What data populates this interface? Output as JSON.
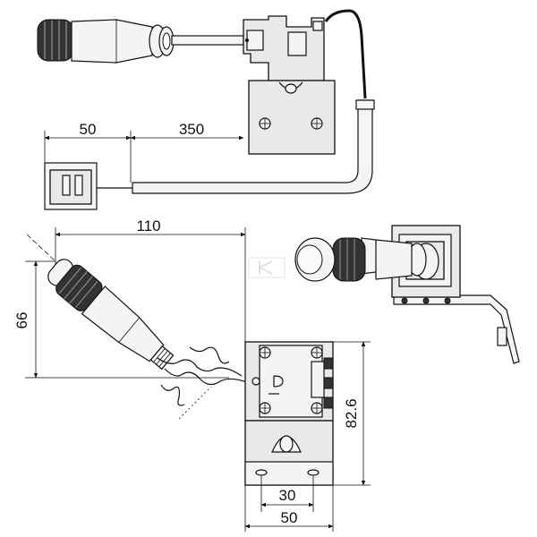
{
  "diagram": {
    "dimensions": {
      "cable_left": "50",
      "cable_right": "350",
      "width_top": "110",
      "height_left": "66",
      "height_right": "82.6",
      "hole_spacing": "30",
      "base_width": "50"
    }
  }
}
